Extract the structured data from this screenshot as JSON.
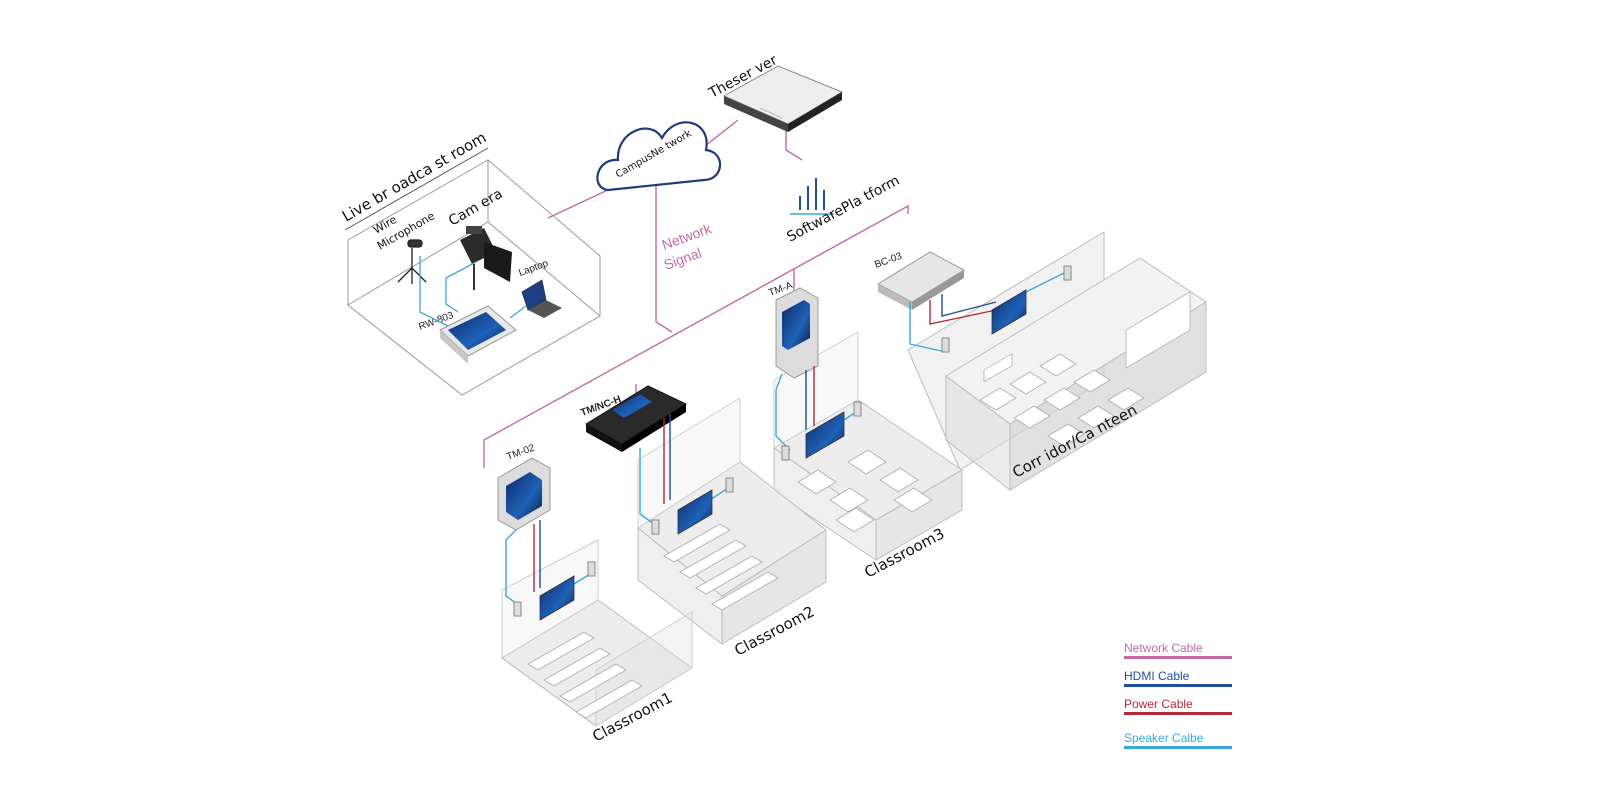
{
  "diagram": {
    "room_labels": {
      "live_broadcast": "Live br oadca st room",
      "classroom1": "Classroom1",
      "classroom2": "Classroom2",
      "classroom3": "Classroom3",
      "corridor": "Corr idor/Ca nteen"
    },
    "node_labels": {
      "server": "Theser ver",
      "cloud": "CampusNe twork",
      "platform": "SoftwarePla tform",
      "network_signal_1": "Network",
      "network_signal_2": "Signal",
      "camera": "Cam era",
      "wire_mic_1": "Wire",
      "wire_mic_2": "Microphone",
      "laptop": "Laptop",
      "rw803": "RW-803",
      "tm02": "TM-02",
      "tmnch": "TM/NC-H",
      "tma": "TM-A",
      "bc03": "BC-03"
    },
    "icons": [
      "cloud-icon",
      "server-icon",
      "signal-bars-icon",
      "camera-icon",
      "microphone-icon",
      "laptop-icon",
      "control-panel-icon",
      "display-icon",
      "speaker-icon",
      "table-chair-icon"
    ]
  },
  "legend": {
    "items": [
      {
        "label": "Network Cable",
        "color": "#c26aa6"
      },
      {
        "label": "HDMI Cable",
        "color": "#1f4e9c"
      },
      {
        "label": "Power Cable",
        "color": "#b6283a"
      },
      {
        "label": "Speaker Calbe",
        "color": "#3aa8d8"
      }
    ]
  }
}
